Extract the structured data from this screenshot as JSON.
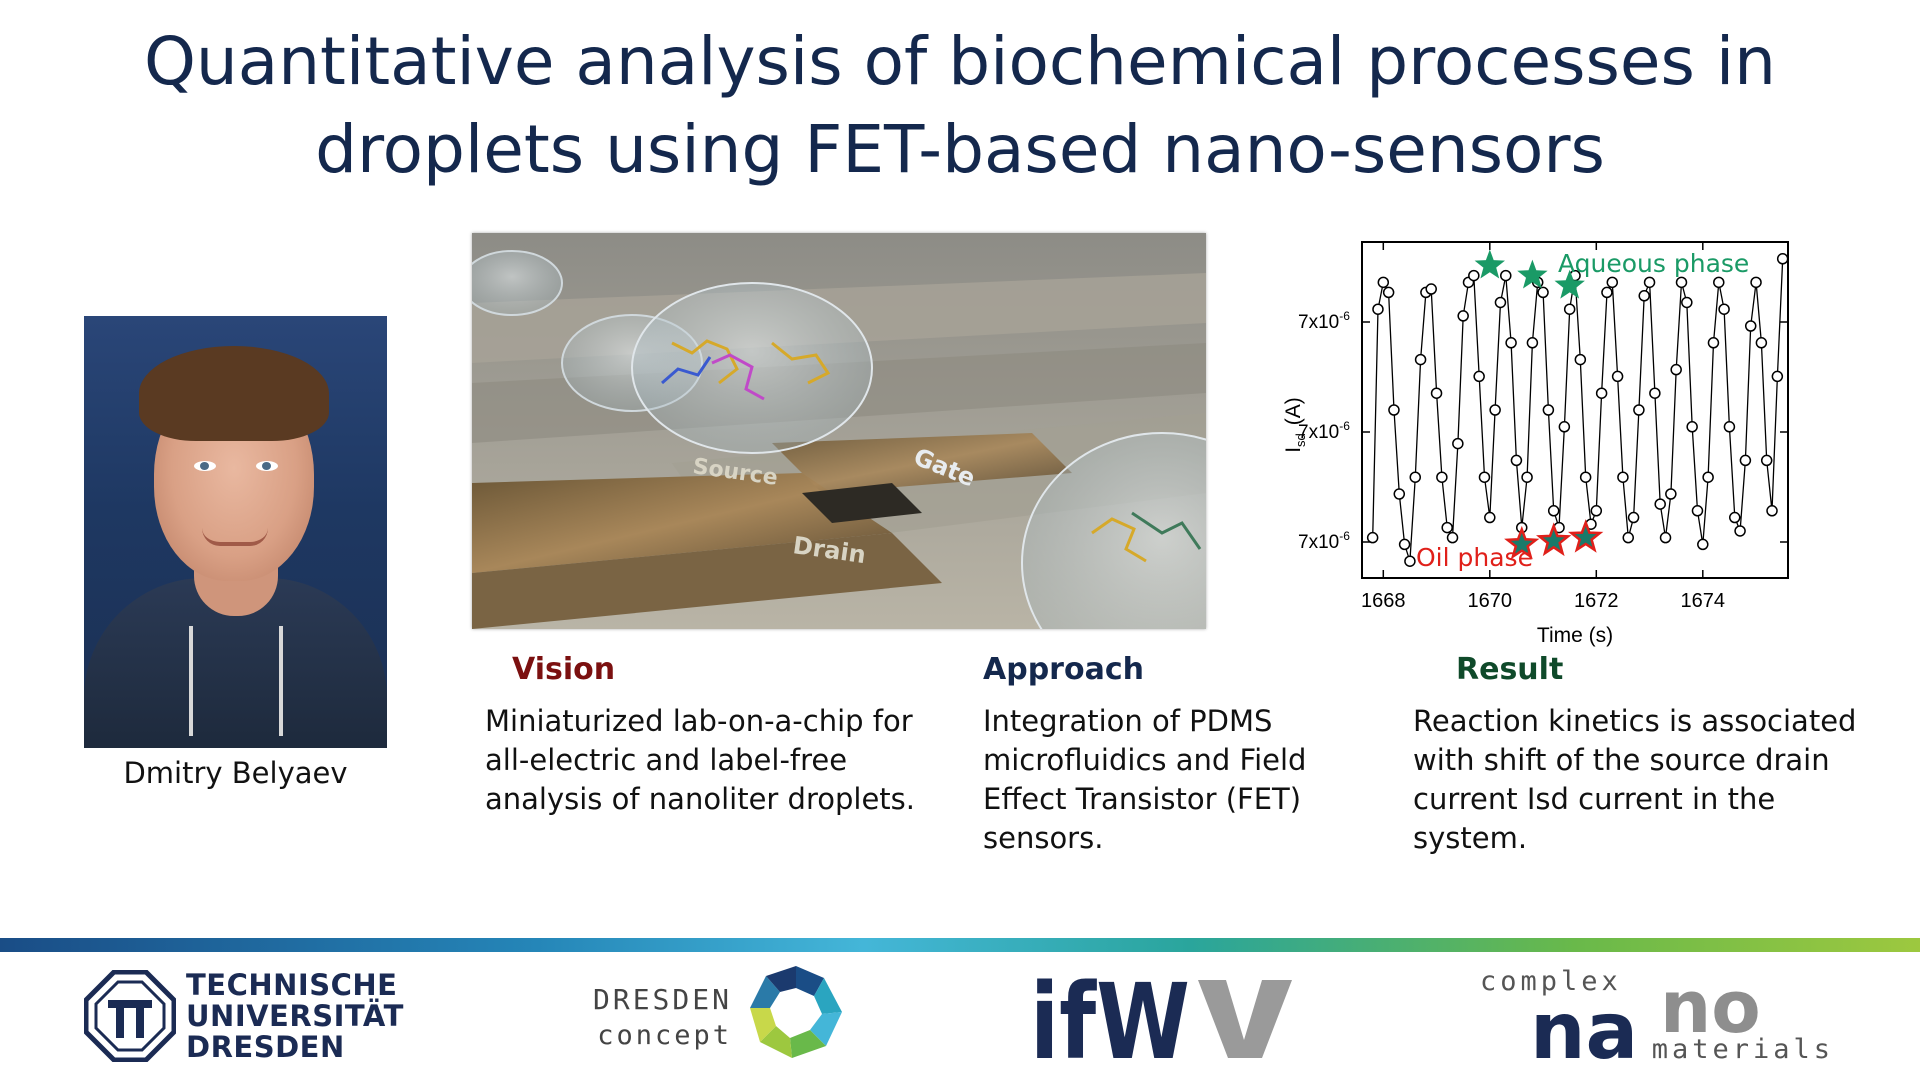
{
  "slide": {
    "title_line1": "Quantitative analysis of biochemical processes in",
    "title_line2": "droplets using FET-based nano-sensors",
    "person_name": "Dmitry Belyaev"
  },
  "illustration": {
    "labels": {
      "source": "Source",
      "gate": "Gate",
      "drain": "Drain"
    }
  },
  "chart_data": {
    "type": "scatter",
    "xlabel": "Time (s)",
    "ylabel": "I",
    "ylabel_sub": "sd",
    "ylabel_unit": "(A)",
    "x_ticks": [
      "1668",
      "1670",
      "1672",
      "1674"
    ],
    "y_ticks": [
      "7x10",
      "7x10",
      "7x10"
    ],
    "y_tick_exp": "-6",
    "xlim": [
      1667.6,
      1675.6
    ],
    "ylim": [
      0,
      1
    ],
    "annotations": {
      "aqueous": "Aqueous phase",
      "oil": "Oil phase"
    },
    "aqueous_stars": [
      [
        1670.0,
        0.93
      ],
      [
        1670.8,
        0.9
      ],
      [
        1671.5,
        0.87
      ]
    ],
    "oil_stars": [
      [
        1670.6,
        0.1
      ],
      [
        1671.2,
        0.11
      ],
      [
        1671.8,
        0.12
      ]
    ],
    "series": [
      {
        "x": [
          1667.8,
          1667.9,
          1668.0,
          1668.1,
          1668.2,
          1668.3,
          1668.4,
          1668.5,
          1668.6,
          1668.7,
          1668.8,
          1668.9,
          1669.0,
          1669.1,
          1669.2,
          1669.3,
          1669.4,
          1669.5,
          1669.6,
          1669.7,
          1669.8,
          1669.9,
          1670.0,
          1670.1,
          1670.2,
          1670.3,
          1670.4,
          1670.5,
          1670.6,
          1670.7,
          1670.8,
          1670.9,
          1671.0,
          1671.1,
          1671.2,
          1671.3,
          1671.4,
          1671.5,
          1671.6,
          1671.7,
          1671.8,
          1671.9,
          1672.0,
          1672.1,
          1672.2,
          1672.3,
          1672.4,
          1672.5,
          1672.6,
          1672.7,
          1672.8,
          1672.9,
          1673.0,
          1673.1,
          1673.2,
          1673.3,
          1673.4,
          1673.5,
          1673.6,
          1673.7,
          1673.8,
          1673.9,
          1674.0,
          1674.1,
          1674.2,
          1674.3,
          1674.4,
          1674.5,
          1674.6,
          1674.7,
          1674.8,
          1674.9,
          1675.0,
          1675.1,
          1675.2,
          1675.3,
          1675.4,
          1675.5
        ],
        "y": [
          0.12,
          0.8,
          0.88,
          0.85,
          0.5,
          0.25,
          0.1,
          0.05,
          0.3,
          0.65,
          0.85,
          0.86,
          0.55,
          0.3,
          0.15,
          0.12,
          0.4,
          0.78,
          0.88,
          0.9,
          0.6,
          0.3,
          0.18,
          0.5,
          0.82,
          0.9,
          0.7,
          0.35,
          0.15,
          0.3,
          0.7,
          0.88,
          0.85,
          0.5,
          0.2,
          0.15,
          0.45,
          0.8,
          0.9,
          0.65,
          0.3,
          0.16,
          0.2,
          0.55,
          0.85,
          0.88,
          0.6,
          0.3,
          0.12,
          0.18,
          0.5,
          0.84,
          0.88,
          0.55,
          0.22,
          0.12,
          0.25,
          0.62,
          0.88,
          0.82,
          0.45,
          0.2,
          0.1,
          0.3,
          0.7,
          0.88,
          0.8,
          0.45,
          0.18,
          0.14,
          0.35,
          0.75,
          0.88,
          0.7,
          0.35,
          0.2,
          0.6,
          0.95
        ]
      }
    ]
  },
  "columns": [
    {
      "heading": "Vision",
      "heading_color": "#7b1010",
      "text_lines": [
        "Miniaturized lab-on-a-chip for",
        "all-electric and label-free",
        "analysis of nanoliter droplets."
      ]
    },
    {
      "heading": "Approach",
      "heading_color": "#14284d",
      "text_lines": [
        "Integration of PDMS",
        "microfluidics and Field",
        "Effect Transistor (FET)",
        "sensors."
      ]
    },
    {
      "heading": "Result",
      "heading_color": "#0f4a2a",
      "text_lines": [
        "Reaction kinetics is associated",
        "with shift of the source drain",
        "current Isd current in the",
        "system."
      ]
    }
  ],
  "logos": {
    "tud": {
      "line1": "TECHNISCHE",
      "line2": "UNIVERSITÄT",
      "line3": "DRESDEN"
    },
    "dresden_concept": {
      "line1": "DRESDEN",
      "line2": "concept"
    },
    "ifw": {
      "text": "ifW"
    },
    "cnm": {
      "top": "complex",
      "big1": "na",
      "big2": "no",
      "bottom": "materials"
    }
  }
}
